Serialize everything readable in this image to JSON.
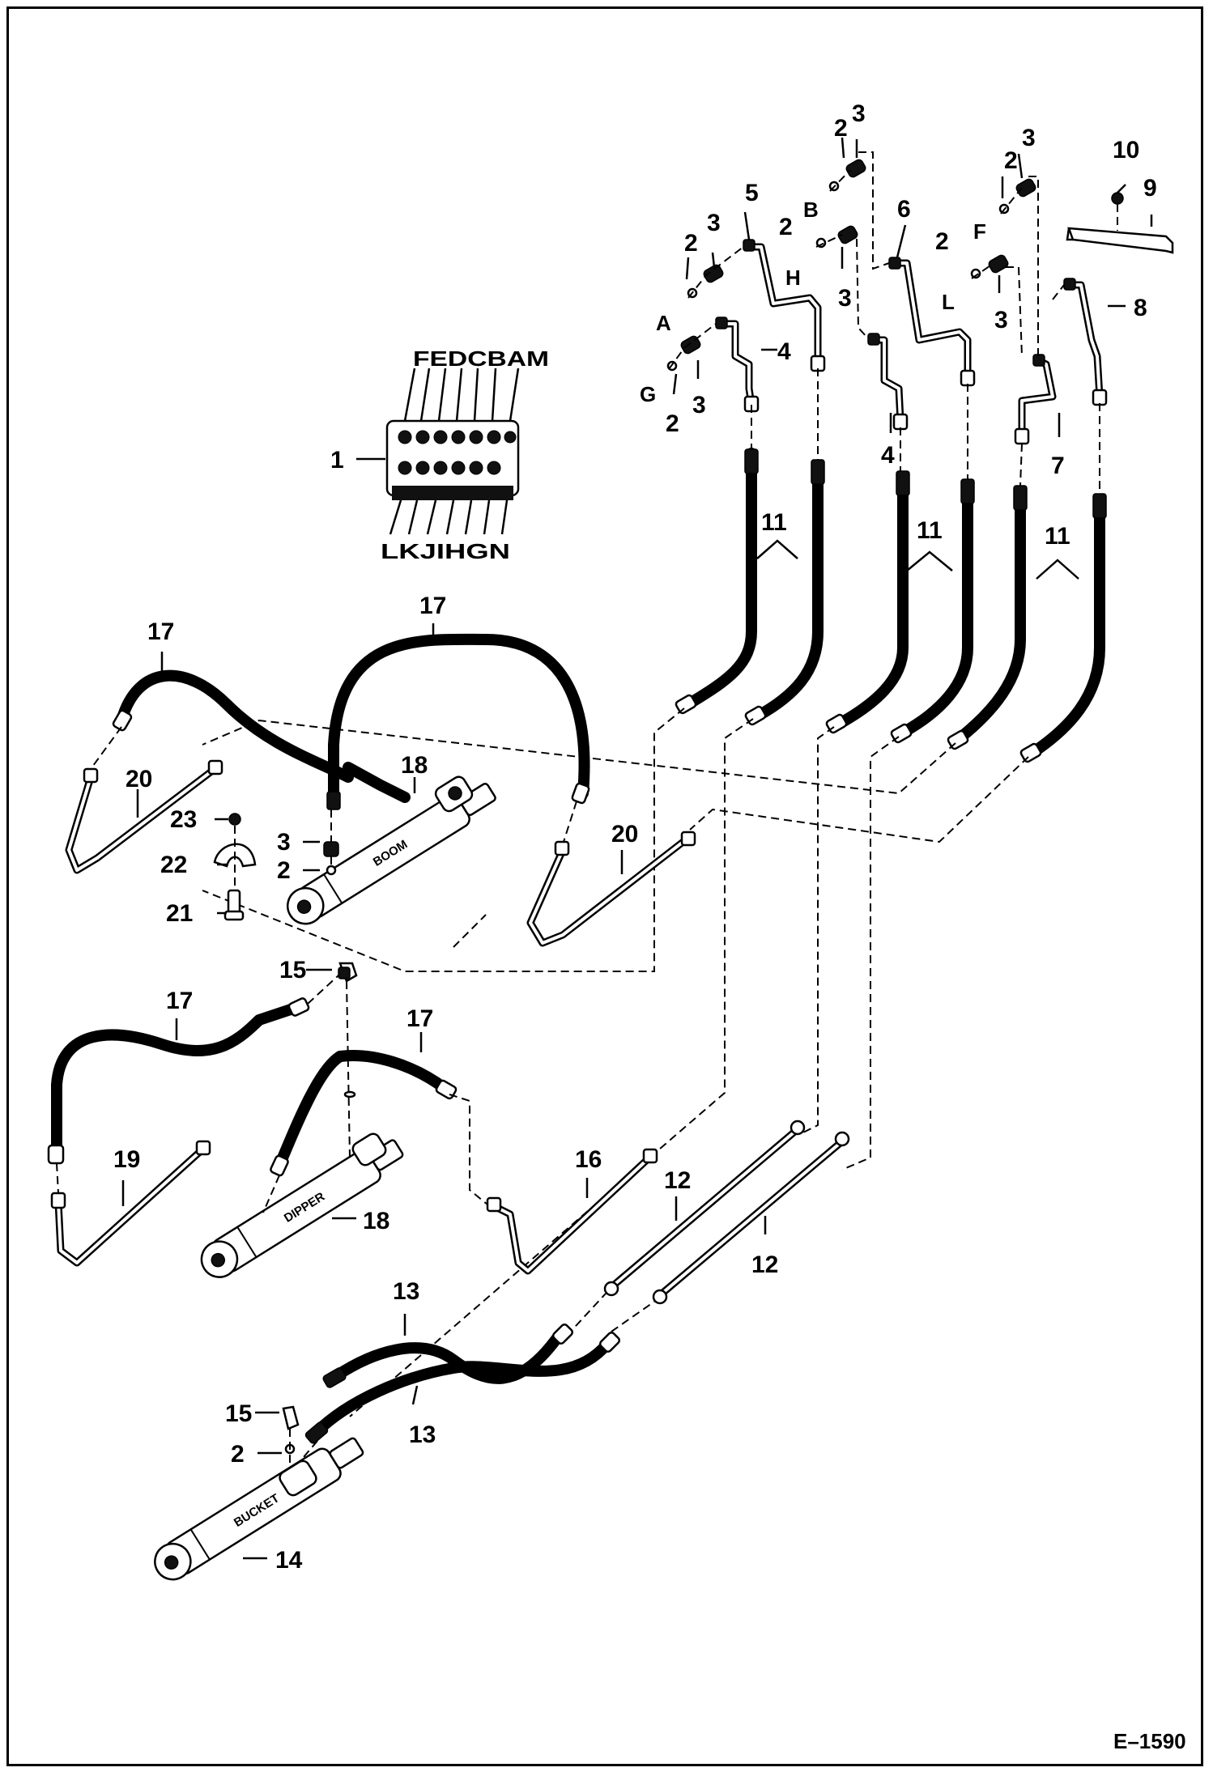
{
  "diagram": {
    "drawing_number": "E–1590",
    "cylinder_labels": {
      "boom": "BOOM",
      "dipper": "DIPPER",
      "bucket": "BUCKET"
    },
    "valve_port_labels": {
      "top": "FEDCBAM",
      "bottom": "LKJIHGN"
    },
    "port_letters": {
      "a": "A",
      "b": "B",
      "f": "F",
      "g": "G",
      "h": "H",
      "l": "L"
    },
    "callouts": {
      "n1": "1",
      "n2": "2",
      "n3": "3",
      "n4": "4",
      "n5": "5",
      "n6": "6",
      "n7": "7",
      "n8": "8",
      "n9": "9",
      "n10": "10",
      "n11": "11",
      "n12": "12",
      "n13": "13",
      "n14": "14",
      "n15": "15",
      "n16": "16",
      "n17": "17",
      "n18": "18",
      "n19": "19",
      "n20": "20",
      "n21": "21",
      "n22": "22",
      "n23": "23"
    }
  }
}
